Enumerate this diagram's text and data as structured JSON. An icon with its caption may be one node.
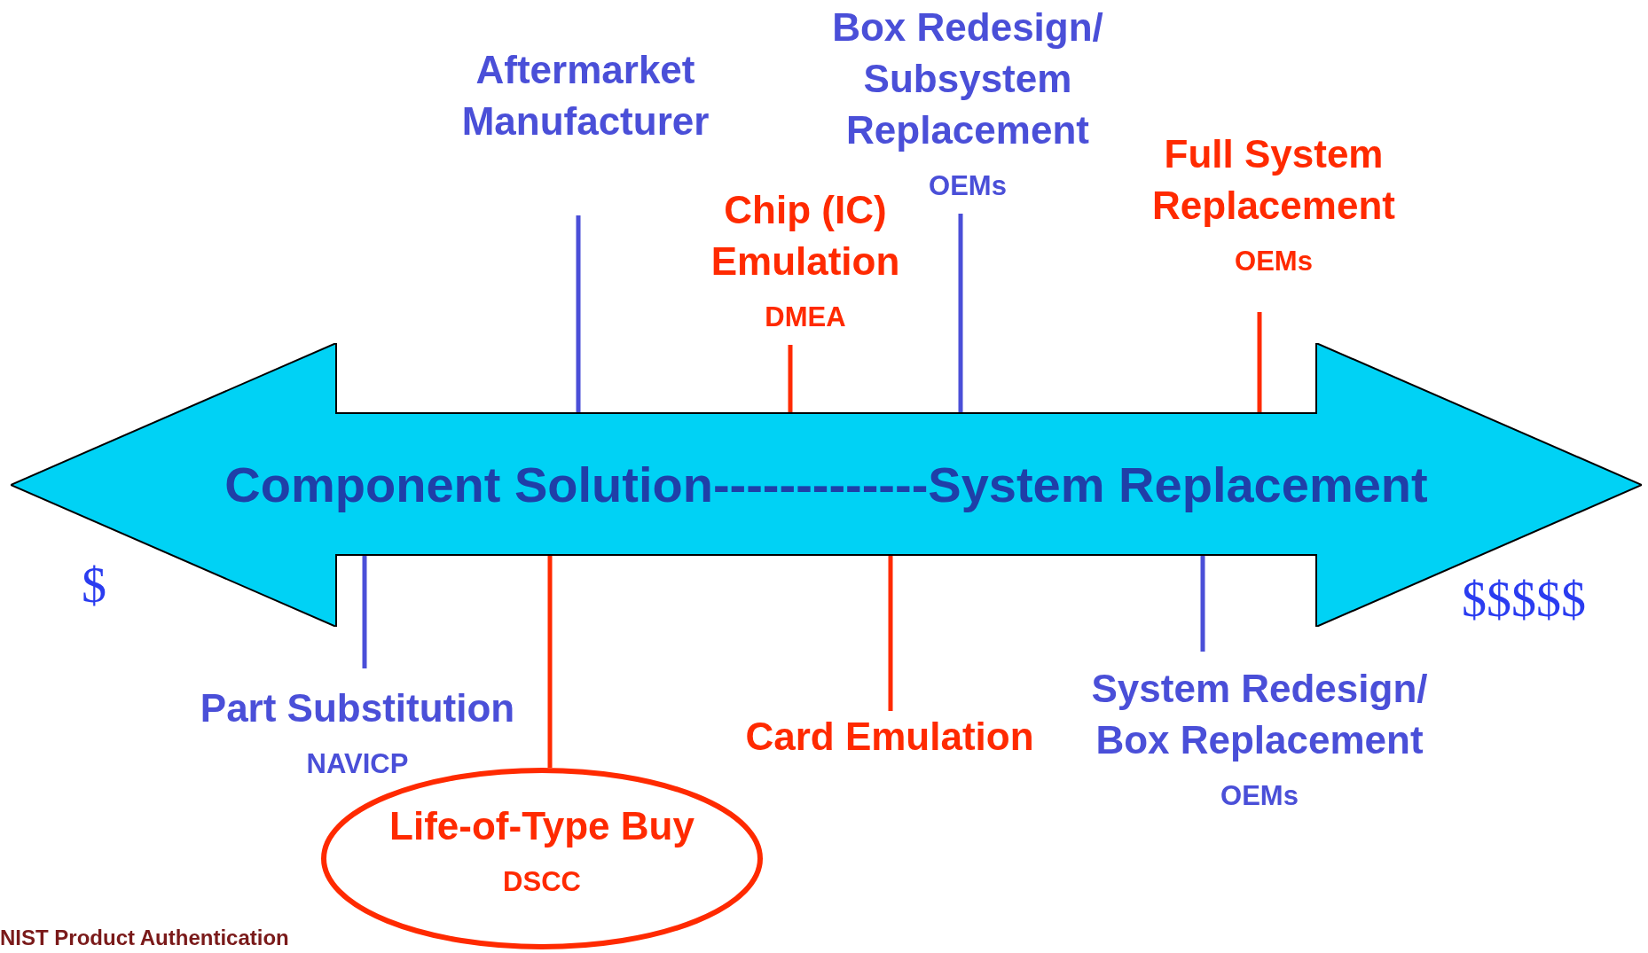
{
  "diagram": {
    "nodes": [
      {
        "text": [
          "Component Solution-------------System Replacement"
        ]
      },
      {
        "text": [
          "Aftermarket Manufacturer"
        ]
      },
      {
        "text": [
          "Chip (IC) Emulation",
          "DMEA"
        ]
      },
      {
        "text": [
          "Box Redesign/ Subsystem Replacement",
          "OEMs"
        ]
      },
      {
        "text": [
          "Full System Replacement",
          "OEMs"
        ]
      },
      {
        "text": [
          "Part Substitution",
          "NAVICP"
        ]
      },
      {
        "text": [
          "Life-of-Type Buy",
          "DSCC"
        ]
      },
      {
        "text": [
          "Card Emulation"
        ]
      },
      {
        "text": [
          "System Redesign/ Box Replacement",
          "OEMs"
        ]
      }
    ],
    "edges": [
      {
        "from": 1,
        "to": 0,
        "arrow": "none"
      },
      {
        "from": 2,
        "to": 0,
        "arrow": "none",
        "color": "#ff2a00"
      },
      {
        "from": 3,
        "to": 0,
        "arrow": "none"
      },
      {
        "from": 4,
        "to": 0,
        "arrow": "none",
        "color": "#ff2a00"
      },
      {
        "from": 5,
        "to": 0,
        "arrow": "none"
      },
      {
        "from": 6,
        "to": 0,
        "arrow": "none",
        "color": "#ff2a00"
      },
      {
        "from": 7,
        "to": 0,
        "arrow": "none",
        "color": "#ff2a00"
      },
      {
        "from": 8,
        "to": 0,
        "arrow": "none"
      }
    ],
    "labels": [
      "$",
      "$$$$$",
      "NIST Product Authentication"
    ]
  }
}
